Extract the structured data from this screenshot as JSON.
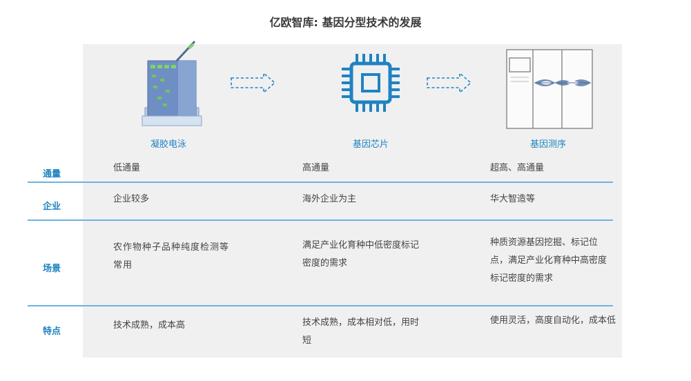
{
  "title": "亿欧智库: 基因分型技术的发展",
  "technologies": [
    {
      "name": "凝胶电泳",
      "icon": "gel-electrophoresis-icon"
    },
    {
      "name": "基因芯片",
      "icon": "gene-chip-icon"
    },
    {
      "name": "基因测序",
      "icon": "gene-sequencer-icon"
    }
  ],
  "rows": [
    {
      "label": "通量",
      "cells": [
        "低通量",
        "高通量",
        "超高、高通量"
      ]
    },
    {
      "label": "企业",
      "cells": [
        "企业较多",
        "海外企业为主",
        "华大智造等"
      ]
    },
    {
      "label": "场景",
      "cells": [
        "农作物种子品种纯度检测等常用",
        "满足产业化育种中低密度标记密度的需求",
        "种质资源基因挖掘、标记位点，满足产业化育种中高密度标记密度的需求"
      ]
    },
    {
      "label": "特点",
      "cells": [
        "技术成熟，成本高",
        "技术成熟，成本相对低，用时短",
        "使用灵活，高度自动化，成本低"
      ]
    }
  ],
  "colors": {
    "accent": "#1f83c1",
    "line": "#6bb3dc",
    "panel": "#f0f0f1"
  }
}
